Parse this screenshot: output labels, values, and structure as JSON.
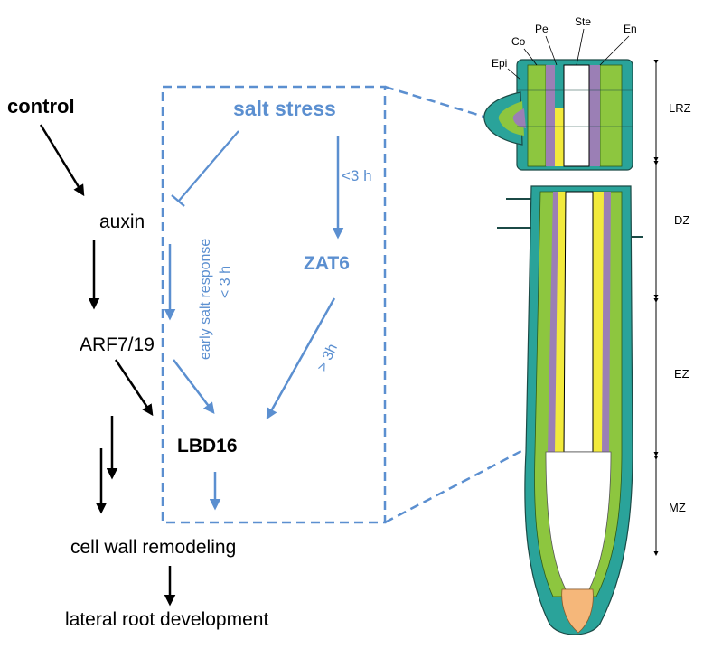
{
  "pathway": {
    "control": "control",
    "auxin": "auxin",
    "arf": "ARF7/19",
    "lbd16": "LBD16",
    "cell_wall": "cell wall remodeling",
    "lateral_root": "lateral root development"
  },
  "salt_box": {
    "salt_stress": "salt stress",
    "zat6": "ZAT6",
    "early_response": "early salt response",
    "early_time": "< 3 h",
    "lt3h": "<3 h",
    "gt3h": "> 3h"
  },
  "root": {
    "tissues": {
      "epi": "Epi",
      "co": "Co",
      "pe": "Pe",
      "ste": "Ste",
      "en": "En"
    },
    "zones": {
      "lrz": "LRZ",
      "dz": "DZ",
      "ez": "EZ",
      "mz": "MZ"
    }
  },
  "colors": {
    "black_arrow": "#000000",
    "blue_arrow": "#5b8fd0",
    "epidermis": "#2aa39a",
    "cortex": "#8dc63f",
    "endodermis": "#9b7fb5",
    "pericycle": "#f2ea3c",
    "root_cap": "#f5b77a"
  }
}
